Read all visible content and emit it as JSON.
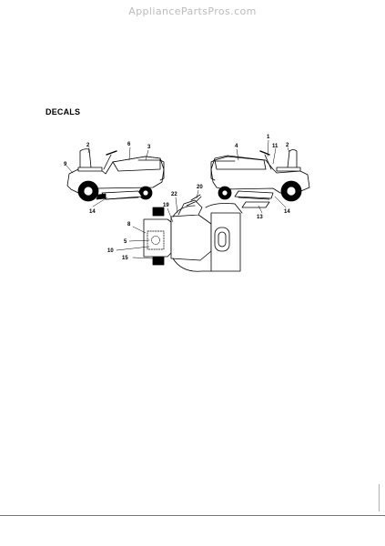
{
  "header": {
    "watermark": "AppliancePartsPros.com"
  },
  "section": {
    "title": "DECALS"
  },
  "callouts": {
    "left_tractor": [
      "9",
      "2",
      "6",
      "3",
      "14"
    ],
    "right_tractor": [
      "4",
      "1",
      "11",
      "2",
      "13",
      "14"
    ],
    "top_view": [
      "22",
      "20",
      "19",
      "8",
      "5",
      "10",
      "15"
    ]
  },
  "colors": {
    "line": "#000000",
    "background": "#ffffff",
    "watermark": "#bcbcbc"
  }
}
